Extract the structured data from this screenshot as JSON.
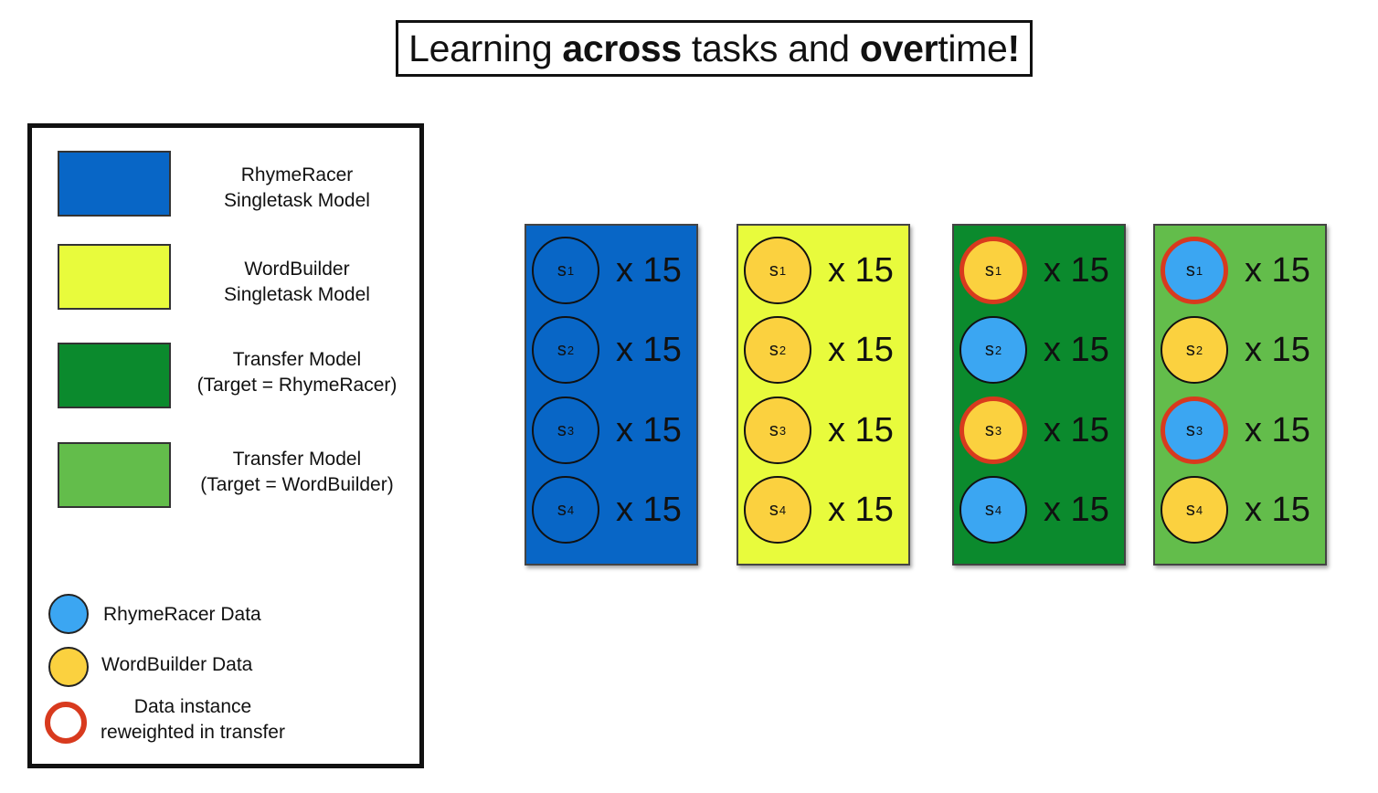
{
  "title": {
    "part1": "Learning ",
    "bold1": "across",
    "part2": " tasks and ",
    "bold2": "over",
    "part3": " time",
    "bold3": "!"
  },
  "colors": {
    "rhymeracer_model": "#0866c6",
    "wordbuilder_model": "#e8fb3c",
    "transfer_rhymeracer": "#0b8a2d",
    "transfer_wordbuilder": "#63bd4b",
    "rhymeracer_data": "#3ba6f2",
    "wordbuilder_data": "#fbd13f",
    "reweight_ring": "#d83a1e"
  },
  "legend": {
    "models": [
      {
        "line1": "RhymeRacer",
        "line2": "Singletask Model"
      },
      {
        "line1": "WordBuilder",
        "line2": "Singletask Model"
      },
      {
        "line1": "Transfer Model",
        "line2": "(Target = RhymeRacer)"
      },
      {
        "line1": "Transfer Model",
        "line2": "(Target = WordBuilder)"
      }
    ],
    "rhymeracer_data": "RhymeRacer Data",
    "wordbuilder_data": "WordBuilder Data",
    "reweighted_line1": "Data instance",
    "reweighted_line2": "reweighted in transfer"
  },
  "multiplier": "x 15",
  "panels": [
    {
      "model": "rhymeracer_single",
      "items": [
        {
          "label": "s",
          "index": "1",
          "data": "rhymeracer",
          "reweighted": false
        },
        {
          "label": "s",
          "index": "2",
          "data": "rhymeracer",
          "reweighted": false
        },
        {
          "label": "s",
          "index": "3",
          "data": "rhymeracer",
          "reweighted": false
        },
        {
          "label": "s",
          "index": "4",
          "data": "rhymeracer",
          "reweighted": false
        }
      ]
    },
    {
      "model": "wordbuilder_single",
      "items": [
        {
          "label": "s",
          "index": "1",
          "data": "wordbuilder",
          "reweighted": false
        },
        {
          "label": "s",
          "index": "2",
          "data": "wordbuilder",
          "reweighted": false
        },
        {
          "label": "s",
          "index": "3",
          "data": "wordbuilder",
          "reweighted": false
        },
        {
          "label": "s",
          "index": "4",
          "data": "wordbuilder",
          "reweighted": false
        }
      ]
    },
    {
      "model": "transfer_rhymeracer",
      "items": [
        {
          "label": "s",
          "index": "1",
          "data": "wordbuilder",
          "reweighted": true
        },
        {
          "label": "s",
          "index": "2",
          "data": "rhymeracer",
          "reweighted": false
        },
        {
          "label": "s",
          "index": "3",
          "data": "wordbuilder",
          "reweighted": true
        },
        {
          "label": "s",
          "index": "4",
          "data": "rhymeracer",
          "reweighted": false
        }
      ]
    },
    {
      "model": "transfer_wordbuilder",
      "items": [
        {
          "label": "s",
          "index": "1",
          "data": "rhymeracer",
          "reweighted": true
        },
        {
          "label": "s",
          "index": "2",
          "data": "wordbuilder",
          "reweighted": false
        },
        {
          "label": "s",
          "index": "3",
          "data": "rhymeracer",
          "reweighted": true
        },
        {
          "label": "s",
          "index": "4",
          "data": "wordbuilder",
          "reweighted": false
        }
      ]
    }
  ]
}
